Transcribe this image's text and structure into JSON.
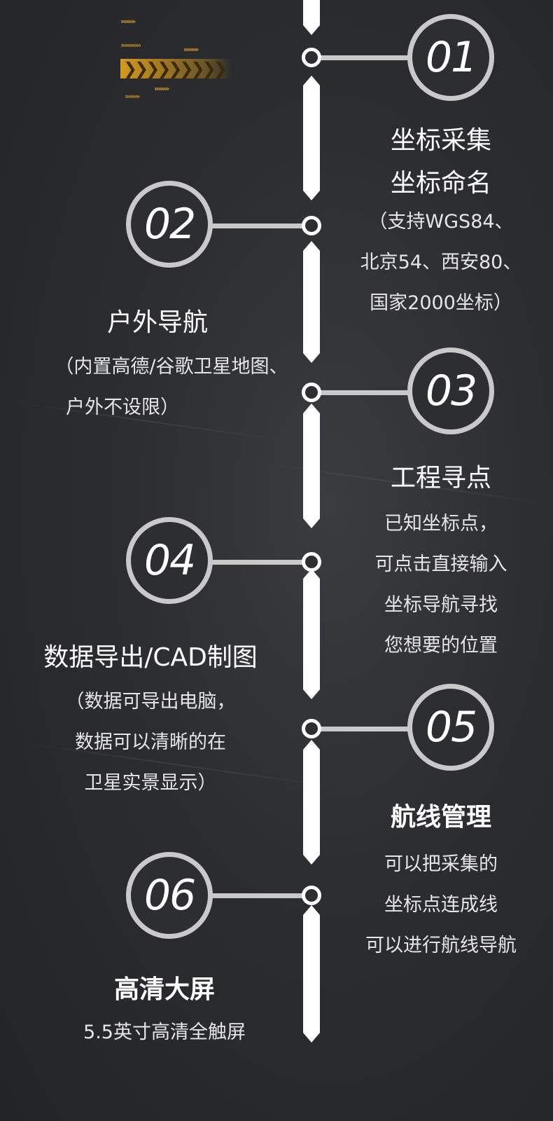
{
  "steps": [
    {
      "number": "01",
      "title": "坐标采集",
      "subtitle": "坐标命名",
      "lines": [
        "（支持WGS84、",
        "北京54、西安80、",
        "国家2000坐标）"
      ]
    },
    {
      "number": "02",
      "title": "户外导航",
      "lines": [
        "（内置高德/谷歌卫星地图、",
        "户外不设限）"
      ]
    },
    {
      "number": "03",
      "title": "工程寻点",
      "lines": [
        "已知坐标点，",
        "可点击直接输入",
        "坐标导航寻找",
        "您想要的位置"
      ]
    },
    {
      "number": "04",
      "title": "数据导出/CAD制图",
      "lines": [
        "（数据可导出电脑，",
        "数据可以清晰的在",
        "卫星实景显示）"
      ]
    },
    {
      "number": "05",
      "title": "航线管理",
      "lines": [
        "可以把采集的",
        "坐标点连成线",
        "可以进行航线导航"
      ]
    },
    {
      "number": "06",
      "title": "高清大屏",
      "lines": [
        "5.5英寸高清全触屏"
      ]
    }
  ],
  "colors": {
    "accent": "#e8a61c",
    "ring": "#c9c9c9",
    "line": "#ffffff",
    "background": "#2c2e32"
  },
  "icons": [
    "chevron-right-icon"
  ]
}
